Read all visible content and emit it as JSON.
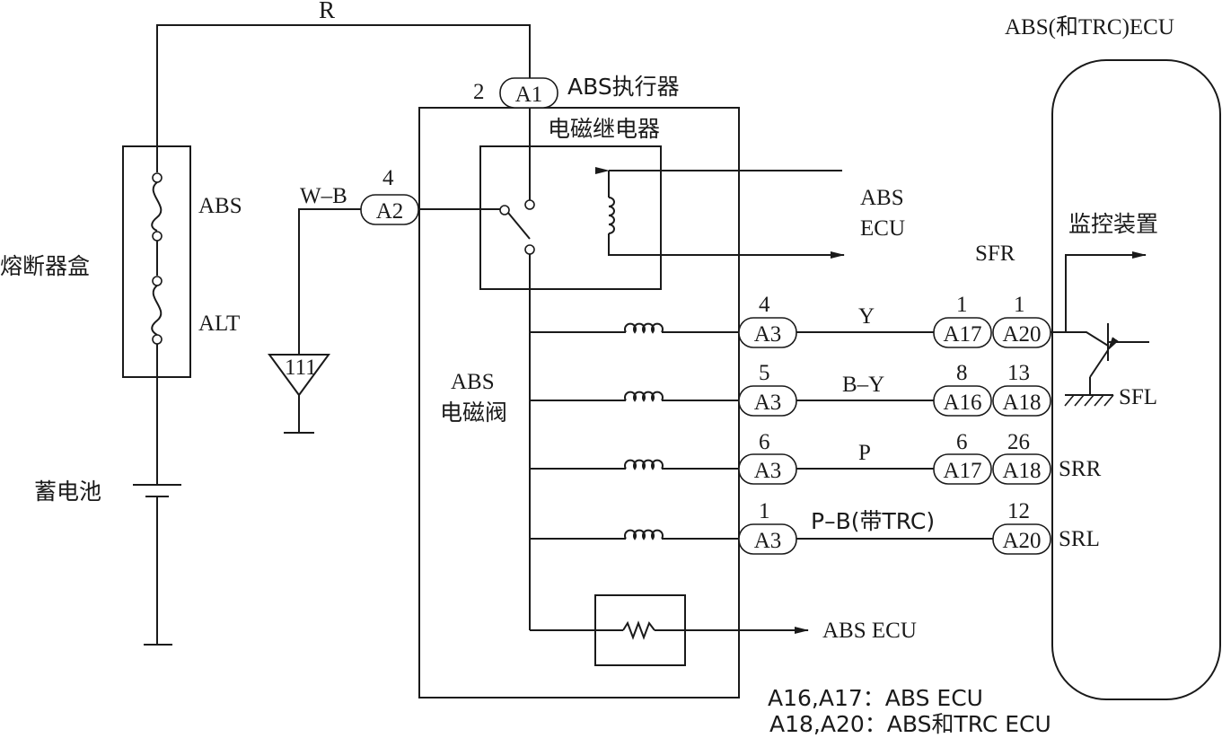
{
  "labels": {
    "wire_r": "R",
    "actuator_pin": "2",
    "actuator": "ABS执行器",
    "relay": "电磁继电器",
    "ecu_title": "ABS(和TRC)ECU",
    "fuse_box": "熔断器盒",
    "fuse_abs": "ABS",
    "fuse_alt": "ALT",
    "battery": "蓄电池",
    "wire_wb": "W–B",
    "a2_pin": "4",
    "ground_id": "111",
    "abs_ecu_line1": "ABS",
    "abs_ecu_line2": "ECU",
    "monitor": "监控装置",
    "sfr": "SFR",
    "sfl": "SFL",
    "srr": "SRR",
    "srl": "SRL",
    "valve_line1": "ABS",
    "valve_line2": "电磁阀",
    "abs_ecu_bottom": "ABS ECU",
    "note1": "A16,A17：ABS ECU",
    "note2": "A18,A20：ABS和TRC ECU"
  },
  "connectors": {
    "a1": "A1",
    "a2": "A2"
  },
  "rows": [
    {
      "a3_pin": "4",
      "a3": "A3",
      "wire": "Y",
      "ecu_pin": "1",
      "ecu_conn": "A17",
      "trc_pin": "1",
      "trc_conn": "A20"
    },
    {
      "a3_pin": "5",
      "a3": "A3",
      "wire": "B–Y",
      "ecu_pin": "8",
      "ecu_conn": "A16",
      "trc_pin": "13",
      "trc_conn": "A18"
    },
    {
      "a3_pin": "6",
      "a3": "A3",
      "wire": "P",
      "ecu_pin": "6",
      "ecu_conn": "A17",
      "trc_pin": "26",
      "trc_conn": "A18"
    },
    {
      "a3_pin": "1",
      "a3": "A3",
      "wire": "P–B(带TRC)",
      "trc_pin": "12",
      "trc_conn": "A20"
    }
  ]
}
